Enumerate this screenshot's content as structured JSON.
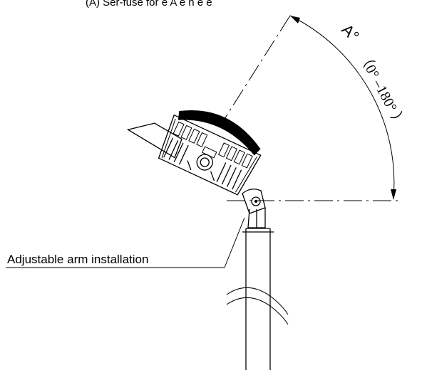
{
  "header": {
    "clipped_text": "(A) Ser-fuse  for  e  A  e   n  e  e"
  },
  "diagram": {
    "angle_label": "A°",
    "angle_range": "（0° –180° ）",
    "callout_label": "Adjustable arm installation",
    "colors": {
      "ink": "#000000",
      "background": "#ffffff"
    }
  }
}
